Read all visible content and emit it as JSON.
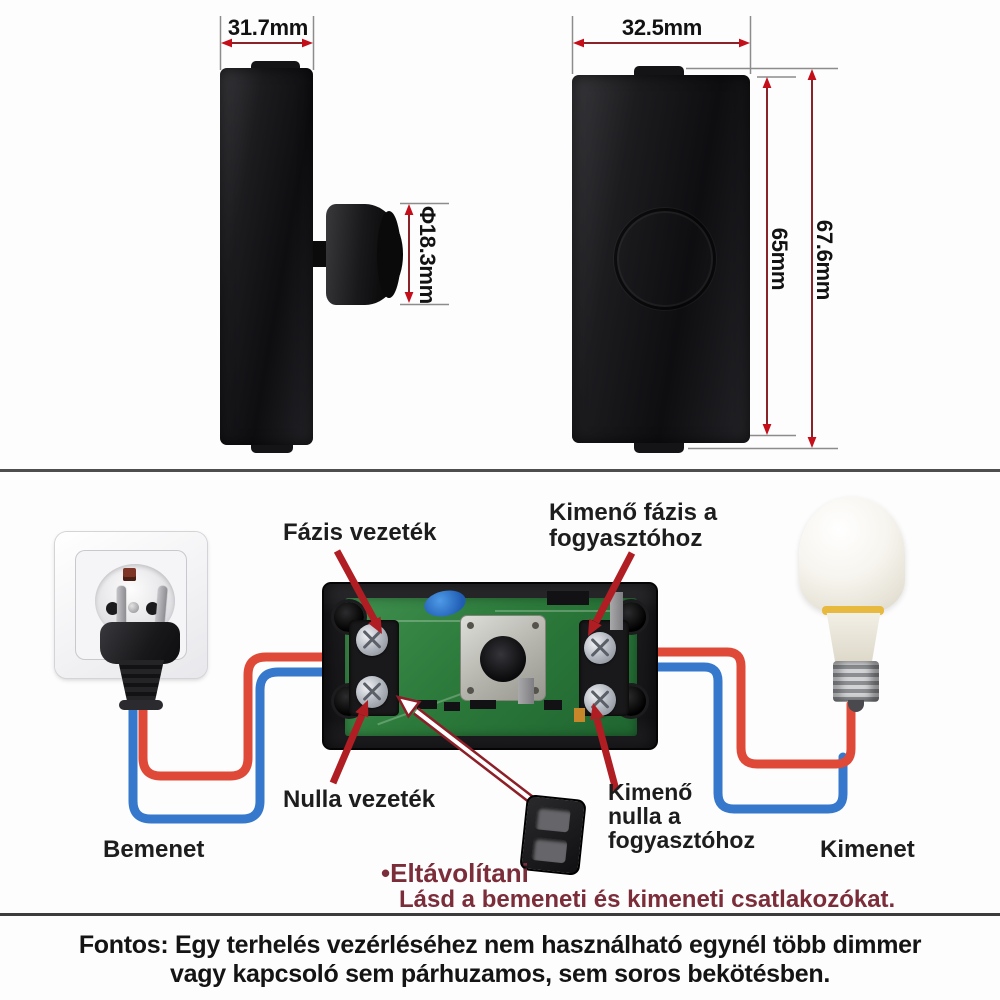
{
  "dimensions": {
    "side_width": "31.7mm",
    "knob_diameter": "Φ18.3mm",
    "front_width": "32.5mm",
    "body_height": "65mm",
    "total_height": "67.6mm"
  },
  "labels": {
    "phase_in": "Fázis vezeték",
    "phase_out_line1": "Kimenő fázis a",
    "phase_out_line2": "fogyasztóhoz",
    "neutral_in": "Nulla vezeték",
    "neutral_out_line1": "Kimenő",
    "neutral_out_line2": "nulla a",
    "neutral_out_line3": "fogyasztóhoz",
    "input": "Bemenet",
    "output": "Kimenet"
  },
  "notes": {
    "remove": "•Eltávolítani",
    "see_connectors": "Lásd a bemeneti és kimeneti csatlakozókat."
  },
  "footer": {
    "line1": "Fontos: Egy terhelés vezérléséhez nem használható egynél több dimmer",
    "line2": "vagy kapcsoló sem párhuzamos, sem soros bekötésben."
  },
  "colors": {
    "live_wire": "#df4a38",
    "neutral_wire": "#3678cb",
    "callout_arrow": "#b01e23",
    "note_text": "#7c2d3a",
    "dimension_line": "#8a2328",
    "dimension_arrowhead": "#c40f1b",
    "pcb_board": "#2f7d3e"
  }
}
